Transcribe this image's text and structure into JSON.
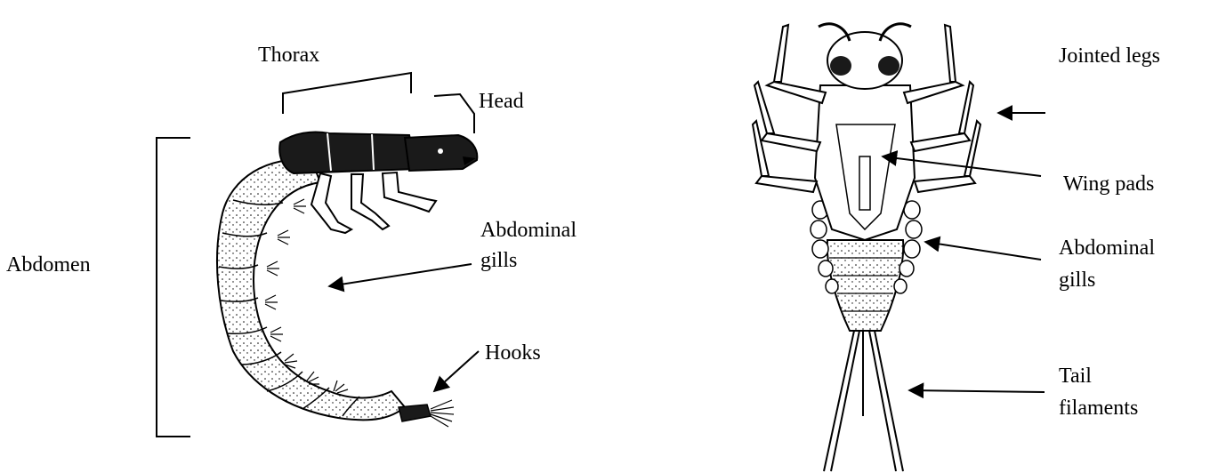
{
  "labels": {
    "larva_left": {
      "thorax": "Thorax",
      "head": "Head",
      "abdomen": "Abdomen",
      "abdominal_gills_line1": "Abdominal",
      "abdominal_gills_line2": "gills",
      "hooks": "Hooks"
    },
    "nymph_right": {
      "jointed_legs": "Jointed legs",
      "wing_pads": "Wing pads",
      "abdominal_gills_line1": "Abdominal",
      "abdominal_gills_line2": "gills",
      "tail_line1": "Tail",
      "tail_line2": "filaments"
    }
  },
  "colors": {
    "ink": "#000000",
    "paper": "#ffffff",
    "shade": "#1a1a1a"
  }
}
